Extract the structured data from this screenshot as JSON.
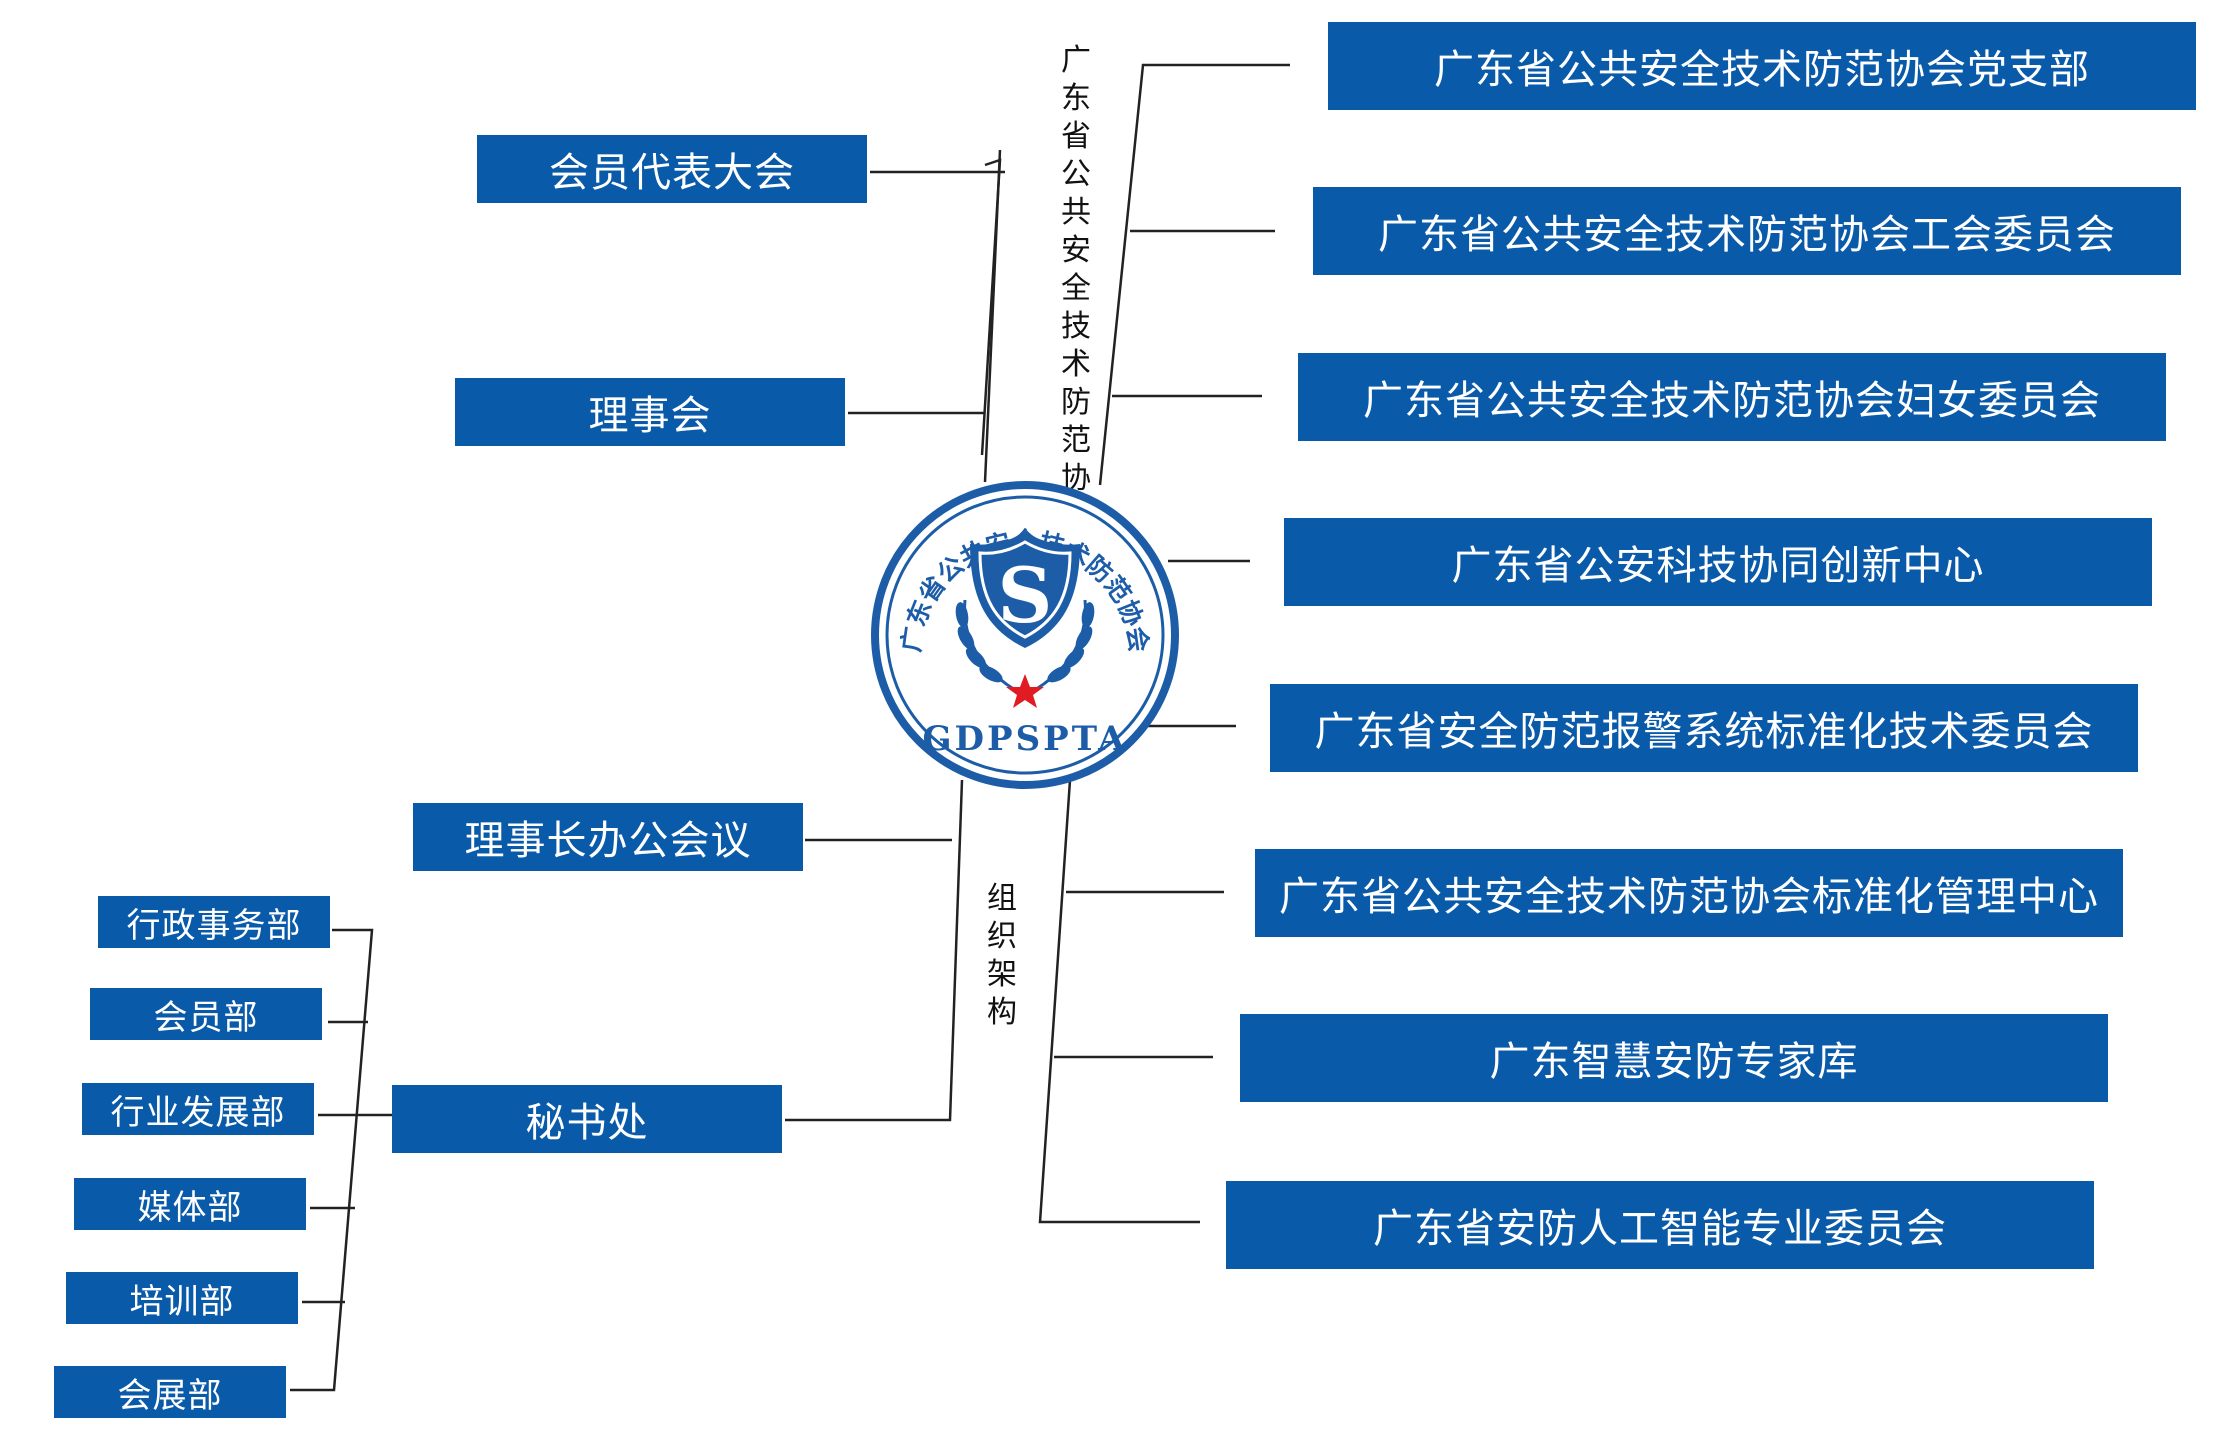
{
  "center": {
    "logo_ring_text": "广东省公共安全技术防范协会",
    "logo_letters": "GDPSPTA",
    "logo_mark": "S",
    "org_name_vertical": "广东省公共安全技术防范协会",
    "structure_label_vertical": "组织架构"
  },
  "left_nodes": [
    {
      "label": "会员代表大会"
    },
    {
      "label": "理事会"
    },
    {
      "label": "理事长办公会议"
    },
    {
      "label": "秘书处"
    }
  ],
  "secretariat_departments": [
    {
      "label": "行政事务部"
    },
    {
      "label": "会员部"
    },
    {
      "label": "行业发展部"
    },
    {
      "label": "媒体部"
    },
    {
      "label": "培训部"
    },
    {
      "label": "会展部"
    }
  ],
  "right_nodes": [
    {
      "label": "广东省公共安全技术防范协会党支部"
    },
    {
      "label": "广东省公共安全技术防范协会工会委员会"
    },
    {
      "label": "广东省公共安全技术防范协会妇女委员会"
    },
    {
      "label": "广东省公安科技协同创新中心"
    },
    {
      "label": "广东省安全防范报警系统标准化技术委员会"
    },
    {
      "label": "广东省公共安全技术防范协会标准化管理中心"
    },
    {
      "label": "广东智慧安防专家库"
    },
    {
      "label": "广东省安防人工智能专业委员会"
    }
  ],
  "colors": {
    "box_fill": "#0a5aaa",
    "box_text": "#ffffff",
    "line": "#222222",
    "logo_blue": "#1d5da8",
    "star": "#e11b22"
  }
}
